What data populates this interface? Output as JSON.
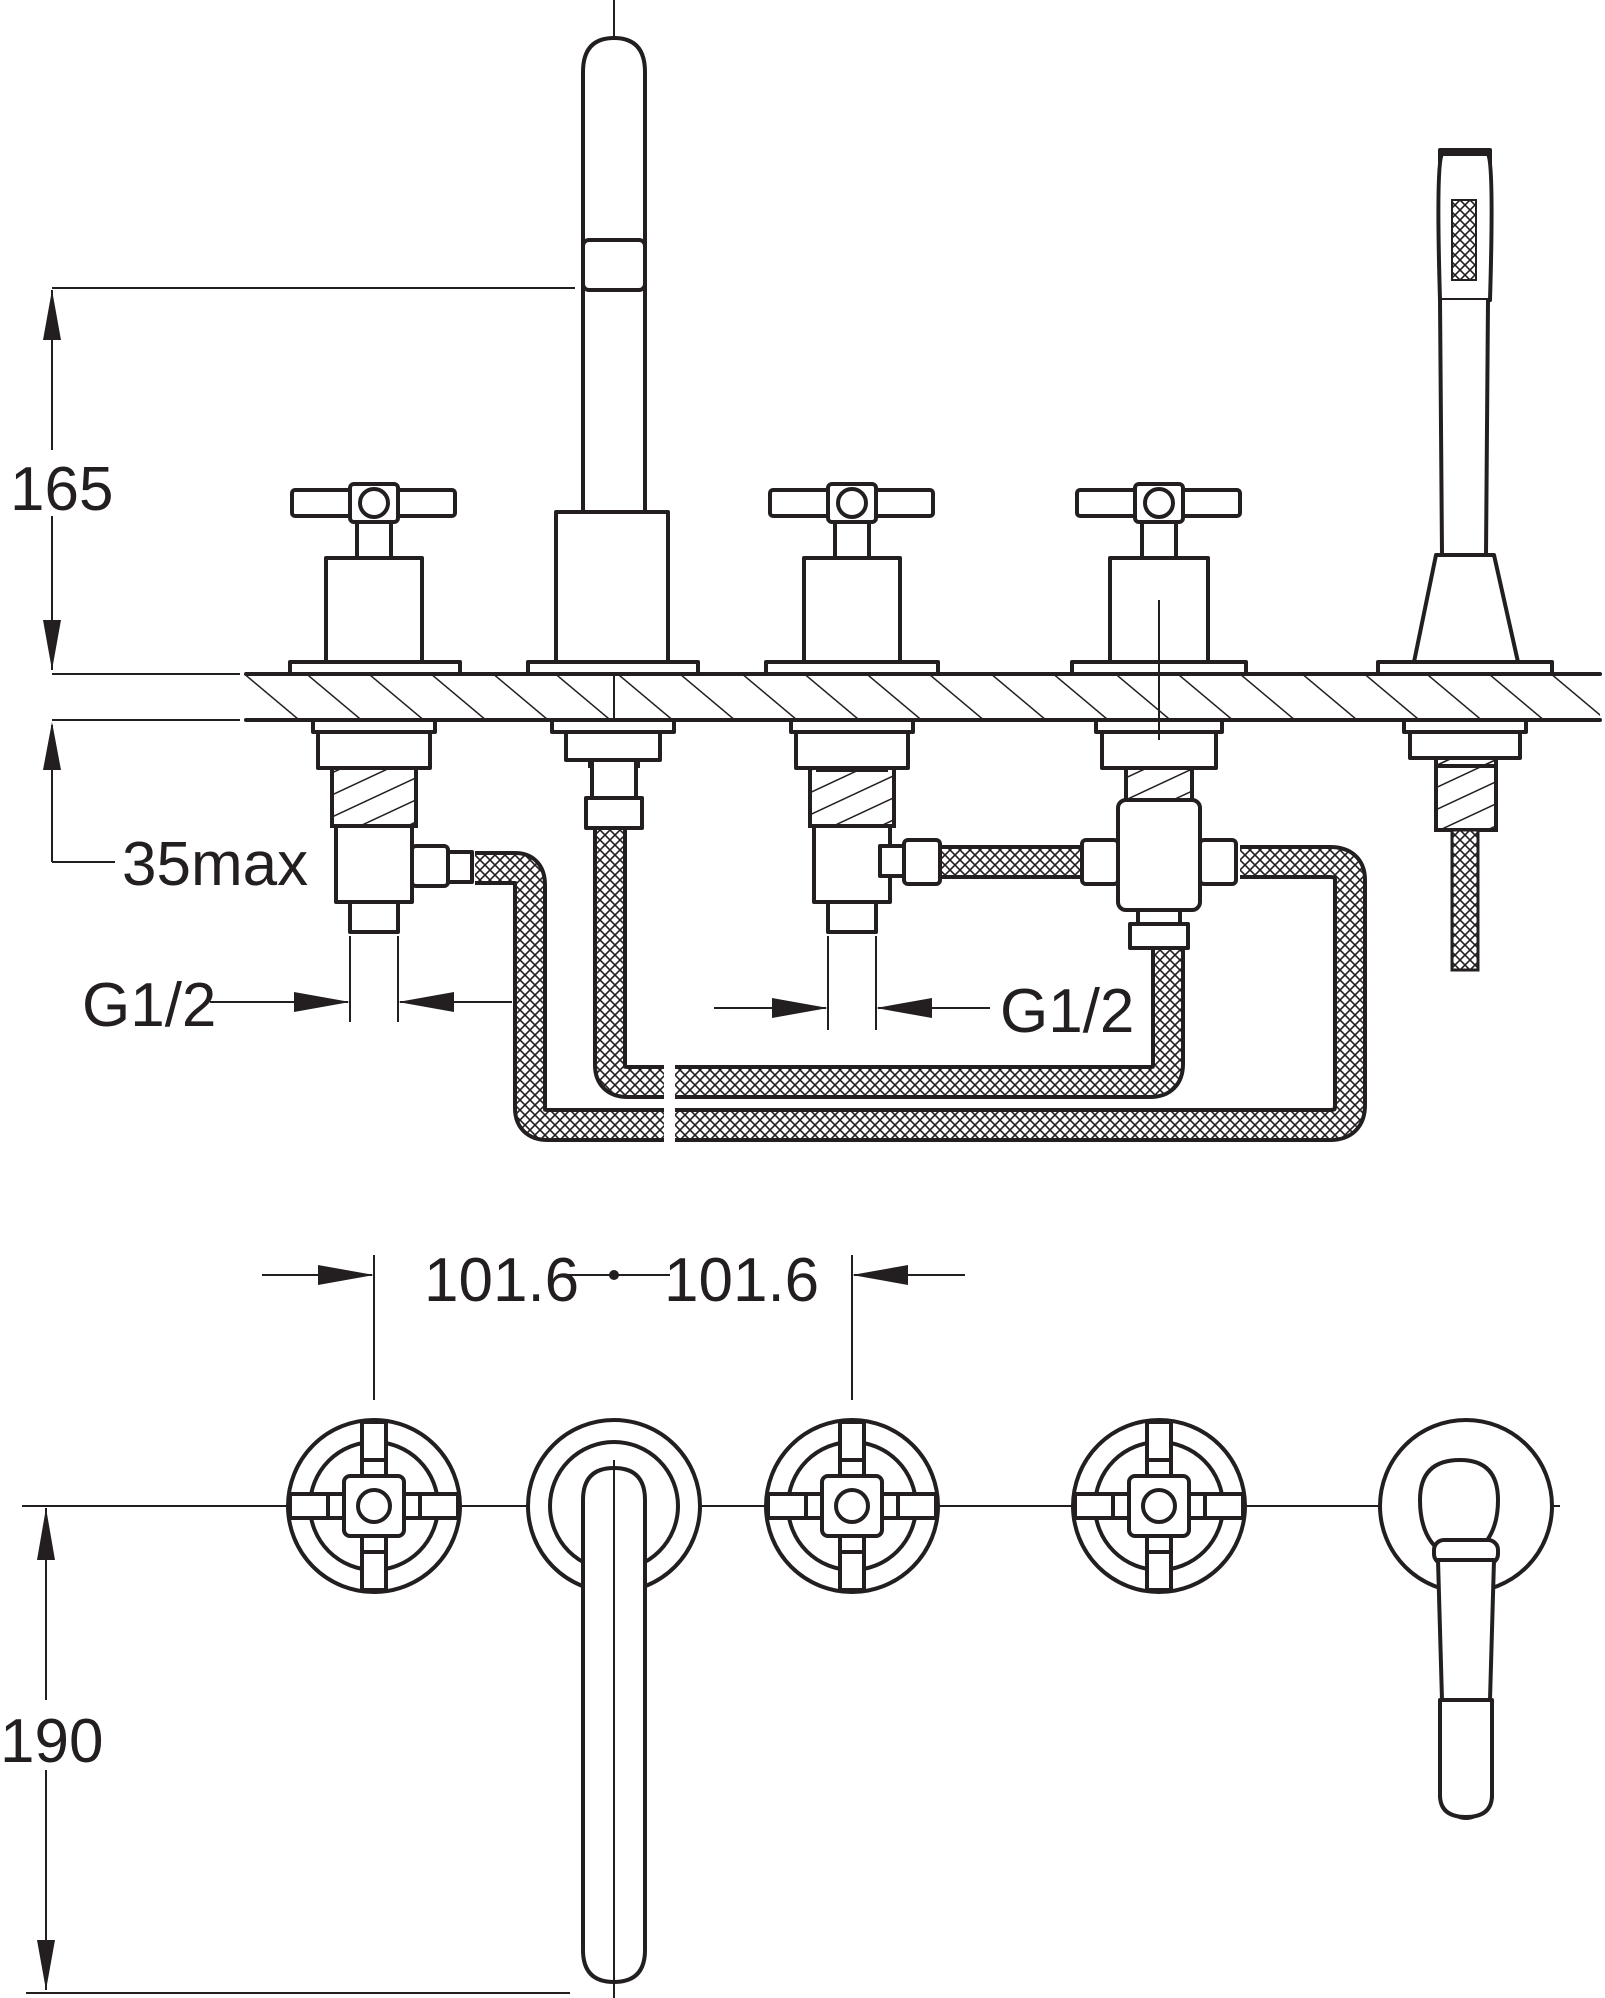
{
  "colors": {
    "line": "#231f20",
    "background": "#ffffff"
  },
  "dimensions": {
    "spout_height": "165",
    "deck_thickness": "35max",
    "thread_left": "G1/2",
    "thread_center": "G1/2",
    "spacing_left": "101.6",
    "spacing_right": "101.6",
    "spout_reach": "190"
  }
}
